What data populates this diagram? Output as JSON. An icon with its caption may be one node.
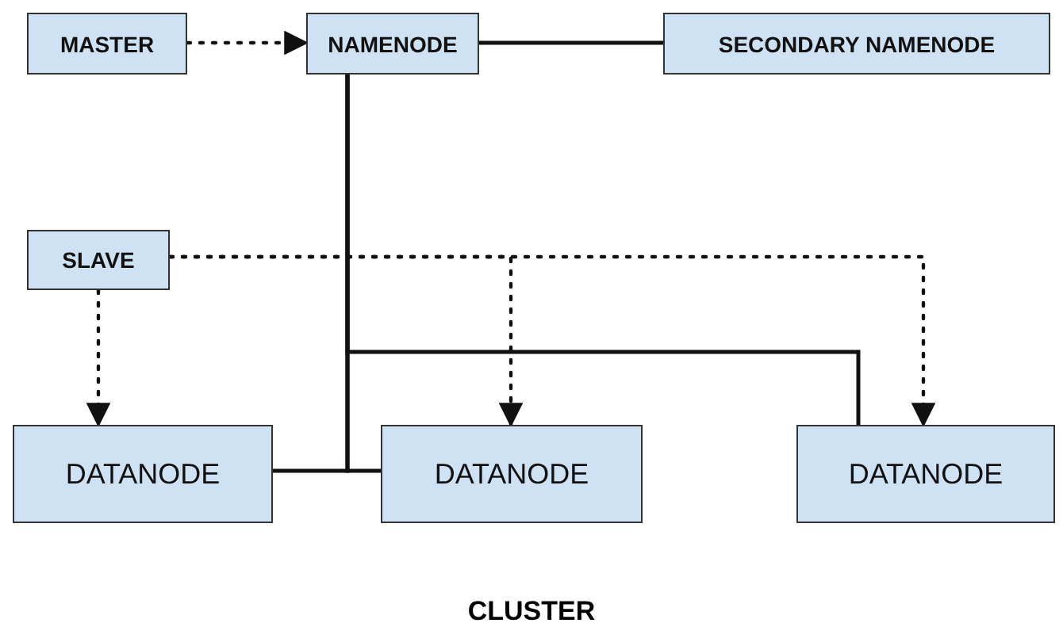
{
  "diagram": {
    "caption": "CLUSTER",
    "nodes": [
      {
        "text": [
          "MASTER"
        ]
      },
      {
        "text": [
          "NAMENODE"
        ]
      },
      {
        "text": [
          "SECONDARY NAMENODE"
        ]
      },
      {
        "text": [
          "SLAVE"
        ]
      },
      {
        "text": [
          "DATANODE"
        ]
      },
      {
        "text": [
          "DATANODE"
        ]
      },
      {
        "text": [
          "DATANODE"
        ]
      }
    ],
    "edges": [
      {
        "from": 0,
        "to": 1,
        "arrow": "to",
        "style": "dashed"
      },
      {
        "from": 1,
        "to": 2,
        "arrow": "none"
      },
      {
        "from": 1,
        "to": 4,
        "arrow": "none"
      },
      {
        "from": 1,
        "to": 5,
        "arrow": "none"
      },
      {
        "from": 1,
        "to": 6,
        "arrow": "none"
      },
      {
        "from": 3,
        "to": 4,
        "arrow": "to",
        "style": "dashed"
      },
      {
        "from": 3,
        "to": 5,
        "arrow": "to",
        "style": "dashed"
      },
      {
        "from": 3,
        "to": 6,
        "arrow": "to",
        "style": "dashed"
      }
    ]
  }
}
